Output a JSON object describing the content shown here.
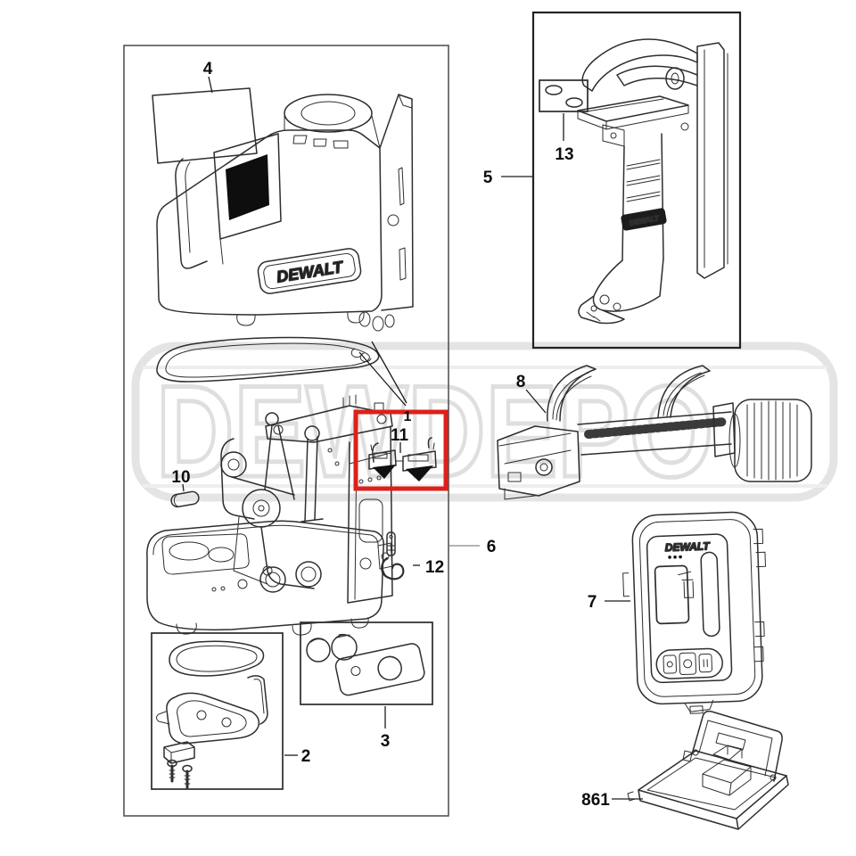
{
  "diagram": {
    "watermark": {
      "text": "DEWDEPO"
    },
    "brand_marks": {
      "main_unit": "DEWALT",
      "bracket": "DEWALT",
      "detector": "DEWALT"
    },
    "highlight": {
      "color": "#dd2019",
      "highlighted_part": "11"
    },
    "callouts": [
      {
        "label": "4"
      },
      {
        "label": "1"
      },
      {
        "label": "11"
      },
      {
        "label": "10"
      },
      {
        "label": "12"
      },
      {
        "label": "6"
      },
      {
        "label": "2"
      },
      {
        "label": "3"
      },
      {
        "label": "5"
      },
      {
        "label": "13"
      },
      {
        "label": "8"
      },
      {
        "label": "7"
      },
      {
        "label": "861"
      }
    ]
  }
}
